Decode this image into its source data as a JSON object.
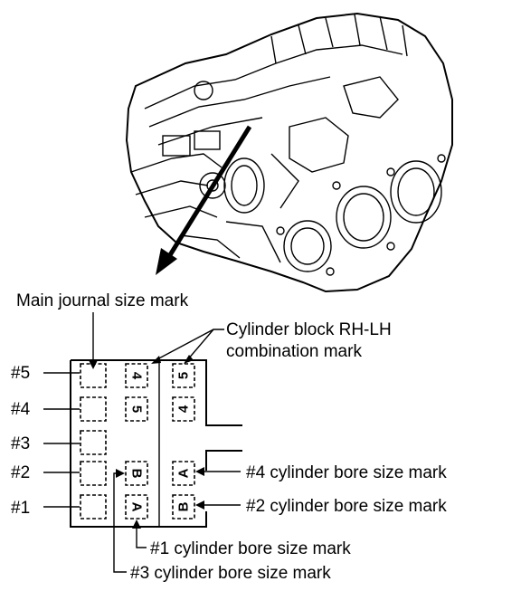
{
  "labels": {
    "main_journal": "Main journal size mark",
    "rh_lh_line1": "Cylinder block RH-LH",
    "rh_lh_line2": "combination mark",
    "bore4": "#4 cylinder bore size mark",
    "bore2": "#2 cylinder bore size mark",
    "bore1": "#1 cylinder bore size mark",
    "bore3": "#3 cylinder bore size mark"
  },
  "rows": [
    "#5",
    "#4",
    "#3",
    "#2",
    "#1"
  ],
  "marks": {
    "left_col": [
      "4",
      "5",
      "B",
      "A"
    ],
    "right_col": [
      "5",
      "4",
      "A",
      "B"
    ]
  }
}
